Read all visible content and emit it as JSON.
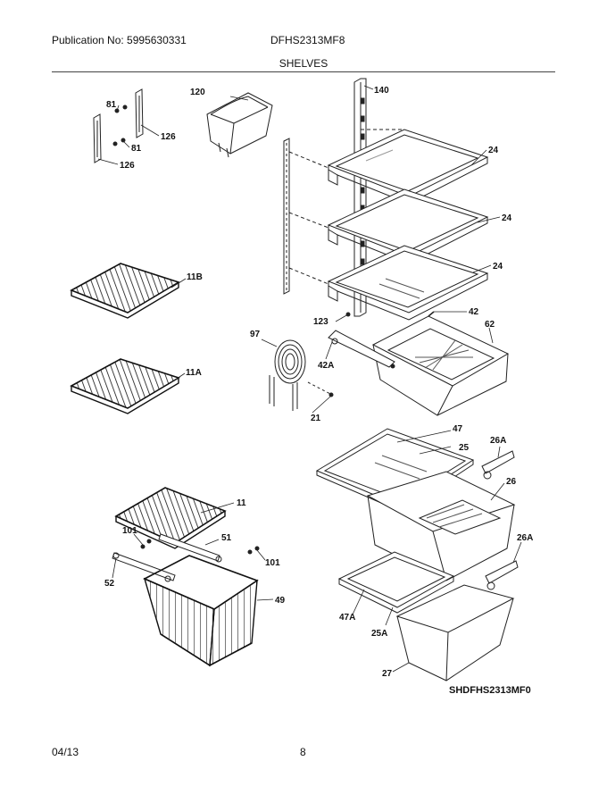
{
  "header": {
    "publication": "Publication No: 5995630331",
    "model": "DFHS2313MF8",
    "section": "SHELVES"
  },
  "parts": {
    "p140": "140",
    "p120": "120",
    "p81a": "81",
    "p81b": "81",
    "p126a": "126",
    "p126b": "126",
    "p24a": "24",
    "p24b": "24",
    "p24c": "24",
    "p11B": "11B",
    "p11A": "11A",
    "p123": "123",
    "p42": "42",
    "p62": "62",
    "p97": "97",
    "p42A": "42A",
    "p21": "21",
    "p47": "47",
    "p25": "25",
    "p26A_a": "26A",
    "p26": "26",
    "p11": "11",
    "p101a": "101",
    "p51": "51",
    "p101b": "101",
    "p52": "52",
    "p49": "49",
    "p26A_b": "26A",
    "p47A": "47A",
    "p25A": "25A",
    "p27": "27"
  },
  "diagram_code": "SHDFHS2313MF0",
  "footer": {
    "date": "04/13",
    "page": "8"
  }
}
